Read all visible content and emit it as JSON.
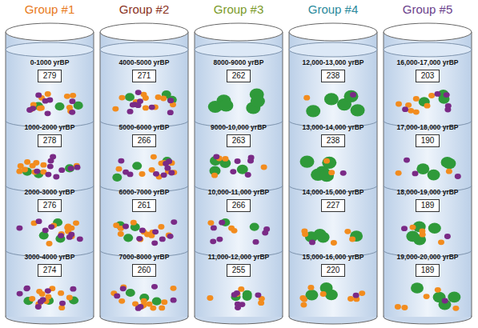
{
  "diagram": {
    "nodes": [
      {
        "text": [
          "Group #1"
        ]
      },
      {
        "text": [
          "0-1000 yrBP",
          "279"
        ],
        "in": 0
      },
      {
        "text": [
          "1000-2000 yrBP",
          "278"
        ],
        "in": 0
      },
      {
        "text": [
          "2000-3000 yrBP",
          "276"
        ],
        "in": 0
      },
      {
        "text": [
          "3000-4000 yrBP",
          "274"
        ],
        "in": 0
      },
      {
        "text": [
          "Group #2"
        ]
      },
      {
        "text": [
          "4000-5000 yrBP",
          "271"
        ],
        "in": 5
      },
      {
        "text": [
          "5000-6000 yrBP",
          "266"
        ],
        "in": 5
      },
      {
        "text": [
          "6000-7000 yrBP",
          "261"
        ],
        "in": 5
      },
      {
        "text": [
          "7000-8000 yrBP",
          "260"
        ],
        "in": 5
      },
      {
        "text": [
          "Group #3"
        ]
      },
      {
        "text": [
          "8000-9000 yrBP",
          "262"
        ],
        "in": 10
      },
      {
        "text": [
          "9000-10,000 yrBP",
          "263"
        ],
        "in": 10
      },
      {
        "text": [
          "10,000-11,000 yrBP",
          "266"
        ],
        "in": 10
      },
      {
        "text": [
          "11,000-12,000 yrBP",
          "255"
        ],
        "in": 10
      },
      {
        "text": [
          "Group #4"
        ]
      },
      {
        "text": [
          "12,000-13,000 yrBP",
          "238"
        ],
        "in": 15
      },
      {
        "text": [
          "13,000-14,000 yrBP",
          "238"
        ],
        "in": 15
      },
      {
        "text": [
          "14,000-15,000 yrBP",
          "227"
        ],
        "in": 15
      },
      {
        "text": [
          "15,000-16,000 yrBP",
          "220"
        ],
        "in": 15
      },
      {
        "text": [
          "Group #5"
        ]
      },
      {
        "text": [
          "16,000-17,000 yrBP",
          "203"
        ],
        "in": 20
      },
      {
        "text": [
          "17,000-18,000 yrBP",
          "190"
        ],
        "in": 20
      },
      {
        "text": [
          "18,000-19,000 yrBP",
          "189"
        ],
        "in": 20
      },
      {
        "text": [
          "19,000-20,000 yrBP",
          "189"
        ],
        "in": 20
      }
    ]
  }
}
